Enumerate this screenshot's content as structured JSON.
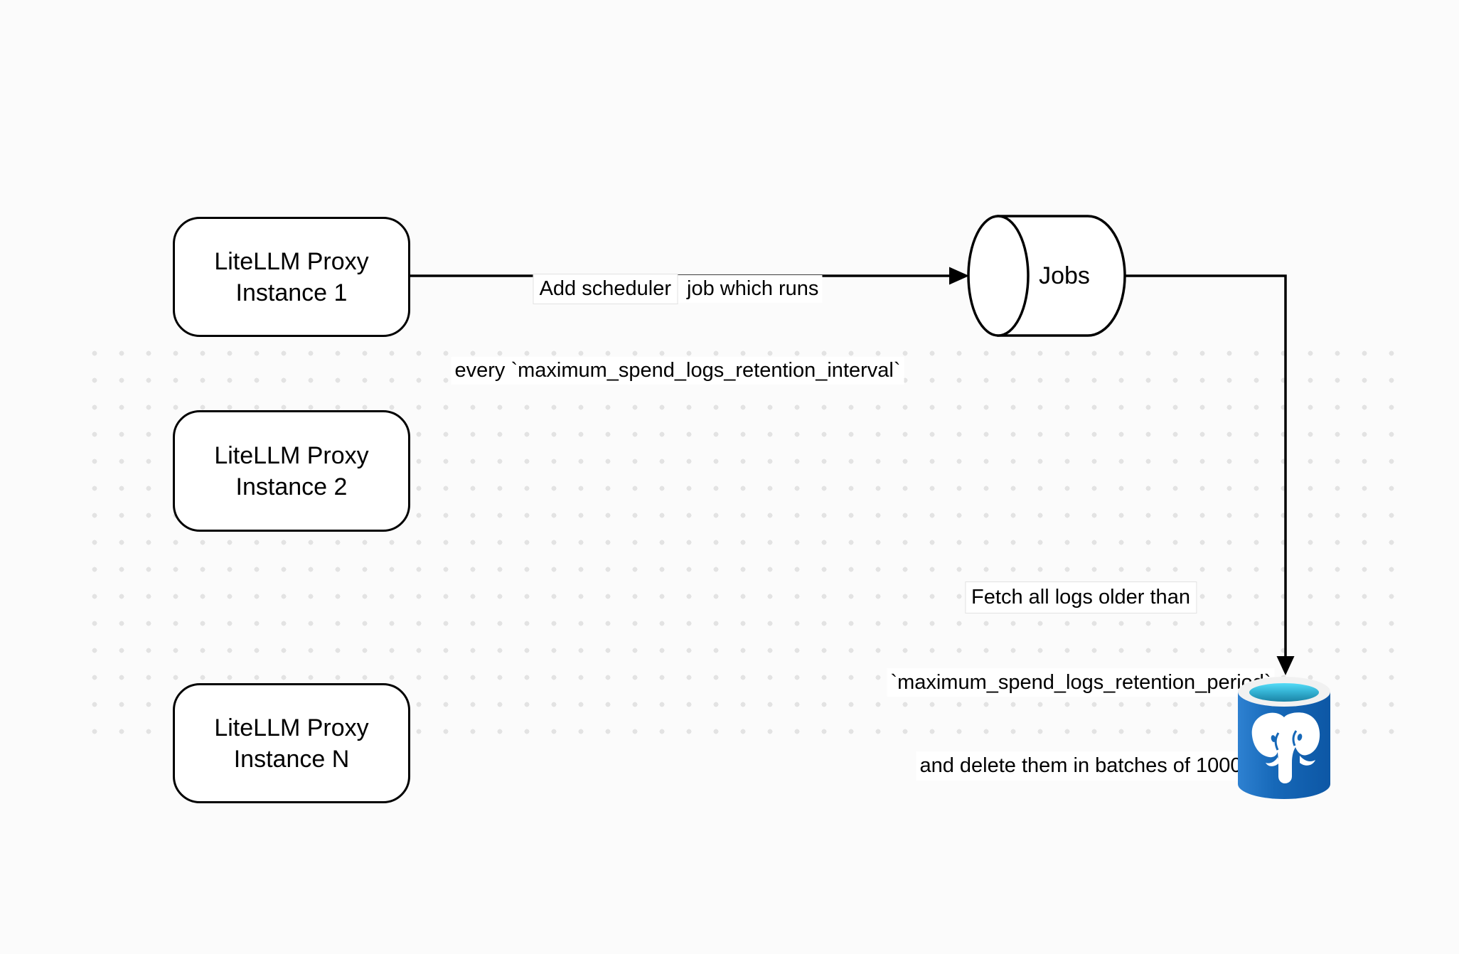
{
  "canvas": {
    "background": "#fbfbfb",
    "dot_color": "#e3e3e3"
  },
  "nodes": {
    "proxy1": {
      "lines": [
        "LiteLLM Proxy",
        "Instance 1"
      ]
    },
    "proxy2": {
      "lines": [
        "LiteLLM Proxy",
        "Instance 2"
      ]
    },
    "proxyN": {
      "lines": [
        "LiteLLM Proxy",
        "Instance N"
      ]
    },
    "jobs": {
      "label": "Jobs"
    },
    "postgres": {
      "icon": "postgresql-database-icon"
    }
  },
  "edges": {
    "add_scheduler": {
      "line1_highlight": "Add scheduler",
      "line1_rest": " job which runs",
      "line2": "every `maximum_spend_logs_retention_interval`"
    },
    "fetch_delete": {
      "line1": "Fetch all logs older than",
      "line2": "`maximum_spend_logs_retention_period`",
      "line3": "and delete them in batches of 1000"
    }
  },
  "colors": {
    "stroke": "#000000",
    "shape_fill": "#ffffff",
    "pg_body_light": "#2e81d1",
    "pg_body_mid": "#1668b8",
    "pg_body_dark": "#0d57a5",
    "pg_rim": "#f1f1f1",
    "pg_rim_edge": "#dcdcdc",
    "pg_inner_top": "#55dcf7",
    "pg_inner_mid": "#35b4d5",
    "pg_inner_bottom": "#1b84a6",
    "pg_elephant": "#ffffff"
  }
}
